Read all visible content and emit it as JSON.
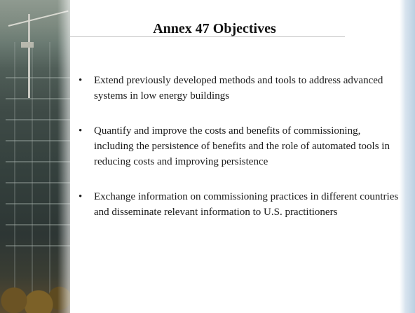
{
  "slide": {
    "title": "Annex 47 Objectives",
    "bullets": [
      "Extend previously developed methods and tools to address advanced systems in low energy buildings",
      "Quantify and improve the costs and benefits of commissioning, including the persistence of benefits and the role of automated tools in reducing costs and improving persistence",
      "Exchange information on commissioning practices in different countries and disseminate relevant information to U.S. practitioners"
    ],
    "bullet_glyph": "•"
  },
  "colors": {
    "accent_edge": "#bcd0e2",
    "text": "#1a1a1a"
  }
}
